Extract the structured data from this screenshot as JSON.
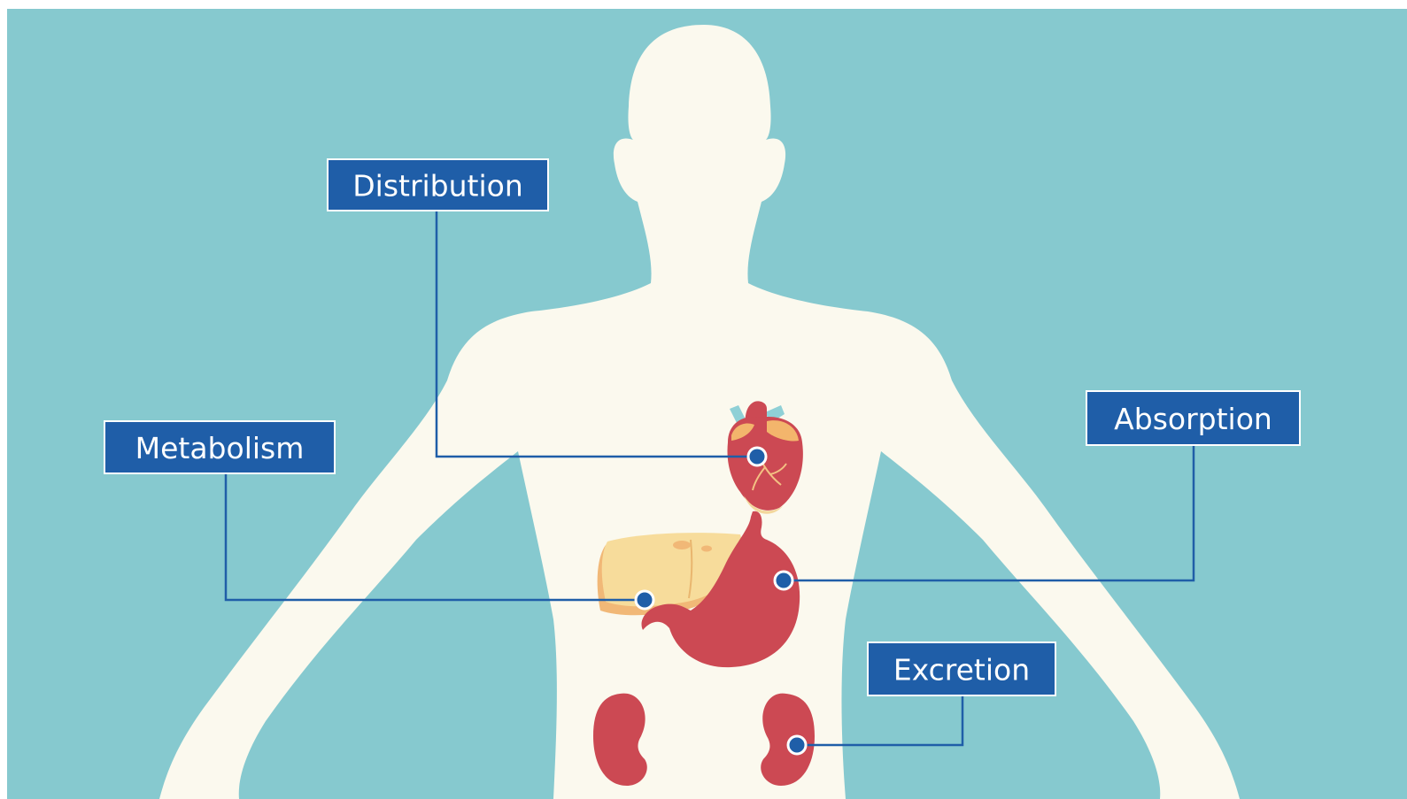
{
  "labels": {
    "distribution": "Distribution",
    "metabolism": "Metabolism",
    "absorption": "Absorption",
    "excretion": "Excretion"
  },
  "colors": {
    "background": "#86c9cf",
    "body_silhouette": "#fbf9ee",
    "label_box": "#1f5ea8",
    "label_border": "#ffffff",
    "leader_line": "#1f5ea8",
    "marker_fill": "#1f5ea8",
    "organ_red": "#cc4953",
    "organ_red_dark": "#b73c47",
    "liver_yellow": "#f7dc9b",
    "liver_orange": "#f1b877",
    "heart_vessel_blue": "#8fd0d6",
    "heart_orange": "#f3b56c"
  },
  "icons": {
    "heart": "heart-icon",
    "liver": "liver-icon",
    "stomach": "stomach-icon",
    "kidneys": "kidney-icon"
  }
}
